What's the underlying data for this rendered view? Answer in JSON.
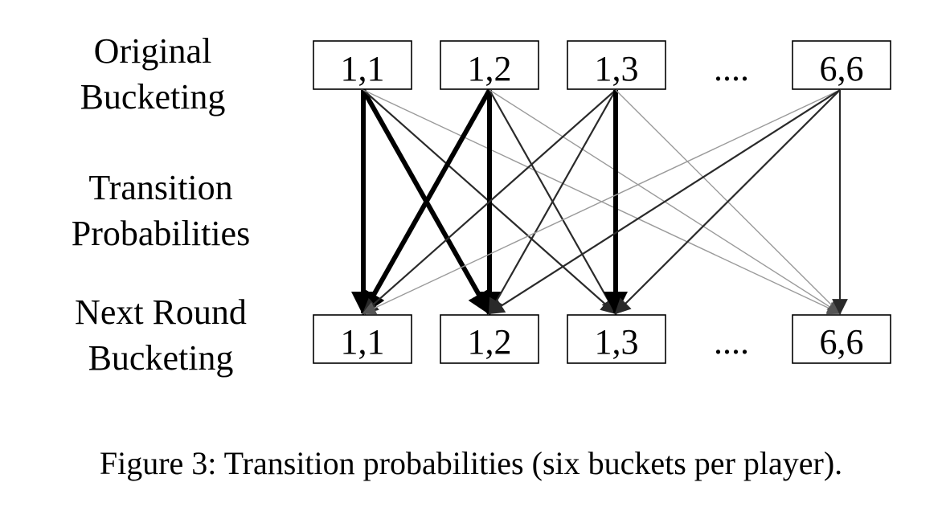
{
  "rows": {
    "original": [
      "Original",
      "Bucketing"
    ],
    "transition": [
      "Transition",
      "Probabilities"
    ],
    "next": [
      "Next Round",
      "Bucketing"
    ]
  },
  "original_buckets": [
    "1,1",
    "1,2",
    "1,3",
    "6,6"
  ],
  "next_buckets": [
    "1,1",
    "1,2",
    "1,3",
    "6,6"
  ],
  "ellipsis": "....",
  "caption": "Figure 3: Transition probabilities (six buckets per player).",
  "edges": [
    {
      "from": 0,
      "to": 0,
      "weight": "heavy"
    },
    {
      "from": 0,
      "to": 1,
      "weight": "heavy"
    },
    {
      "from": 0,
      "to": 2,
      "weight": "medium"
    },
    {
      "from": 0,
      "to": 3,
      "weight": "light"
    },
    {
      "from": 1,
      "to": 0,
      "weight": "heavy"
    },
    {
      "from": 1,
      "to": 1,
      "weight": "heavy"
    },
    {
      "from": 1,
      "to": 2,
      "weight": "medium"
    },
    {
      "from": 1,
      "to": 3,
      "weight": "light"
    },
    {
      "from": 2,
      "to": 0,
      "weight": "medium"
    },
    {
      "from": 2,
      "to": 1,
      "weight": "medium"
    },
    {
      "from": 2,
      "to": 2,
      "weight": "heavy"
    },
    {
      "from": 2,
      "to": 3,
      "weight": "light"
    },
    {
      "from": 3,
      "to": 0,
      "weight": "light"
    },
    {
      "from": 3,
      "to": 1,
      "weight": "medium"
    },
    {
      "from": 3,
      "to": 2,
      "weight": "medium"
    },
    {
      "from": 3,
      "to": 3,
      "weight": "medium"
    }
  ],
  "colors": {
    "heavy": "#000000",
    "medium": "#2a2a2a",
    "light": "#9a9a9a"
  }
}
